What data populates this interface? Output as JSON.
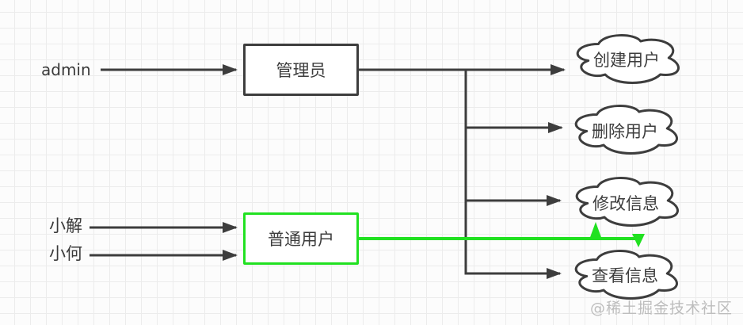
{
  "diagram": {
    "actors": {
      "admin": "admin",
      "xiaojie": "小解",
      "xiaohe": "小何"
    },
    "nodes": {
      "manager": "管理员",
      "normal_user": "普通用户"
    },
    "clouds": {
      "create_user": "创建用户",
      "delete_user": "删除用户",
      "modify_info": "修改信息",
      "view_info": "查看信息"
    },
    "colors": {
      "line": "#3d3d3d",
      "highlight": "#21e121"
    },
    "watermark": "@稀土掘金技术社区"
  }
}
